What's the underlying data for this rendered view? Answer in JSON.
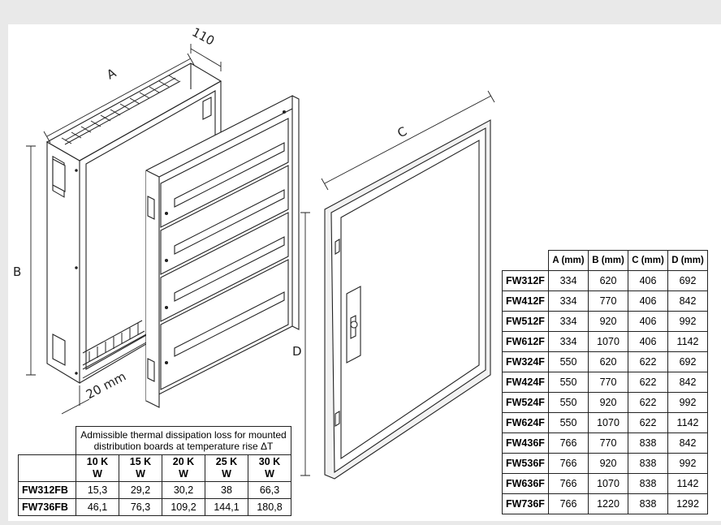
{
  "labels": {
    "depth_dim": "110",
    "dim_a": "A",
    "dim_b": "B",
    "dim_c": "C",
    "dim_d": "D",
    "offset_dim": "20 mm"
  },
  "dimensions_table": {
    "headers": [
      "A (mm)",
      "B (mm)",
      "C (mm)",
      "D (mm)"
    ],
    "rows": [
      {
        "model": "FW312F",
        "values": [
          "334",
          "620",
          "406",
          "692"
        ]
      },
      {
        "model": "FW412F",
        "values": [
          "334",
          "770",
          "406",
          "842"
        ]
      },
      {
        "model": "FW512F",
        "values": [
          "334",
          "920",
          "406",
          "992"
        ]
      },
      {
        "model": "FW612F",
        "values": [
          "334",
          "1070",
          "406",
          "1142"
        ]
      },
      {
        "model": "FW324F",
        "values": [
          "550",
          "620",
          "622",
          "692"
        ]
      },
      {
        "model": "FW424F",
        "values": [
          "550",
          "770",
          "622",
          "842"
        ]
      },
      {
        "model": "FW524F",
        "values": [
          "550",
          "920",
          "622",
          "992"
        ]
      },
      {
        "model": "FW624F",
        "values": [
          "550",
          "1070",
          "622",
          "1142"
        ]
      },
      {
        "model": "FW436F",
        "values": [
          "766",
          "770",
          "838",
          "842"
        ]
      },
      {
        "model": "FW536F",
        "values": [
          "766",
          "920",
          "838",
          "992"
        ]
      },
      {
        "model": "FW636F",
        "values": [
          "766",
          "1070",
          "838",
          "1142"
        ]
      },
      {
        "model": "FW736F",
        "values": [
          "766",
          "1220",
          "838",
          "1292"
        ]
      }
    ]
  },
  "thermal_table": {
    "title": "Admissible thermal dissipation loss for mounted distribution boards at temperature rise ΔT",
    "columns": [
      {
        "top": "10 K",
        "bottom": "W"
      },
      {
        "top": "15 K",
        "bottom": "W"
      },
      {
        "top": "20 K",
        "bottom": "W"
      },
      {
        "top": "25 K",
        "bottom": "W"
      },
      {
        "top": "30 K",
        "bottom": "W"
      }
    ],
    "rows": [
      {
        "model": "FW312FB",
        "values": [
          "15,3",
          "29,2",
          "30,2",
          "38",
          "66,3"
        ]
      },
      {
        "model": "FW736FB",
        "values": [
          "46,1",
          "76,3",
          "109,2",
          "144,1",
          "180,8"
        ]
      }
    ]
  },
  "colors": {
    "line": "#222222",
    "background": "#e9e9e9",
    "panel": "#ffffff",
    "door_frame": "#f2f2f2"
  }
}
